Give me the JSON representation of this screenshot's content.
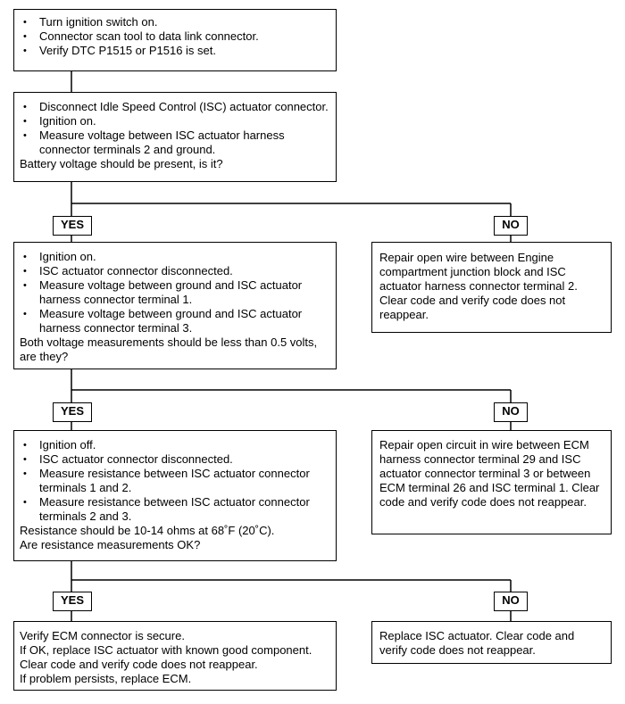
{
  "step1": {
    "bullets": [
      "Turn ignition switch on.",
      "Connector scan tool to data link connector.",
      "Verify DTC P1515 or P1516 is set."
    ]
  },
  "step2": {
    "bullets": [
      "Disconnect Idle Speed Control (ISC) actuator connector.",
      "Ignition on.",
      "Measure voltage between ISC actuator harness connector terminals 2 and ground."
    ],
    "question": "Battery voltage should be present, is it?"
  },
  "branch1": {
    "yes": "YES",
    "no": "NO"
  },
  "step3": {
    "bullets": [
      "Ignition on.",
      "ISC actuator connector disconnected.",
      "Measure voltage between ground and ISC actuator harness connector terminal 1.",
      "Measure voltage between ground and ISC actuator harness connector terminal 3."
    ],
    "question": "Both voltage measurements should be less than 0.5 volts, are they?"
  },
  "fix1": "Repair open wire between Engine compartment junction block and ISC actuator harness connector terminal 2. Clear code and verify code does not reappear.",
  "branch2": {
    "yes": "YES",
    "no": "NO"
  },
  "step4": {
    "bullets": [
      "Ignition off.",
      "ISC actuator connector disconnected.",
      "Measure resistance between ISC actuator connector terminals 1 and 2.",
      "Measure resistance between ISC actuator connector terminals 2 and 3."
    ],
    "lines": [
      "Resistance should be 10-14 ohms at 68˚F (20˚C).",
      "Are resistance measurements OK?"
    ]
  },
  "fix2": "Repair open circuit in wire between ECM harness connector terminal 29 and ISC actuator connector terminal 3 or between ECM terminal 26 and ISC terminal 1. Clear code and verify code does not reappear.",
  "branch3": {
    "yes": "YES",
    "no": "NO"
  },
  "final_yes": {
    "lines": [
      "Verify ECM connector is secure.",
      "If OK, replace ISC actuator with known good component.",
      "Clear code and verify code does not reappear.",
      "If problem persists, replace ECM."
    ]
  },
  "final_no": "Replace ISC actuator. Clear code and verify code does not reappear."
}
